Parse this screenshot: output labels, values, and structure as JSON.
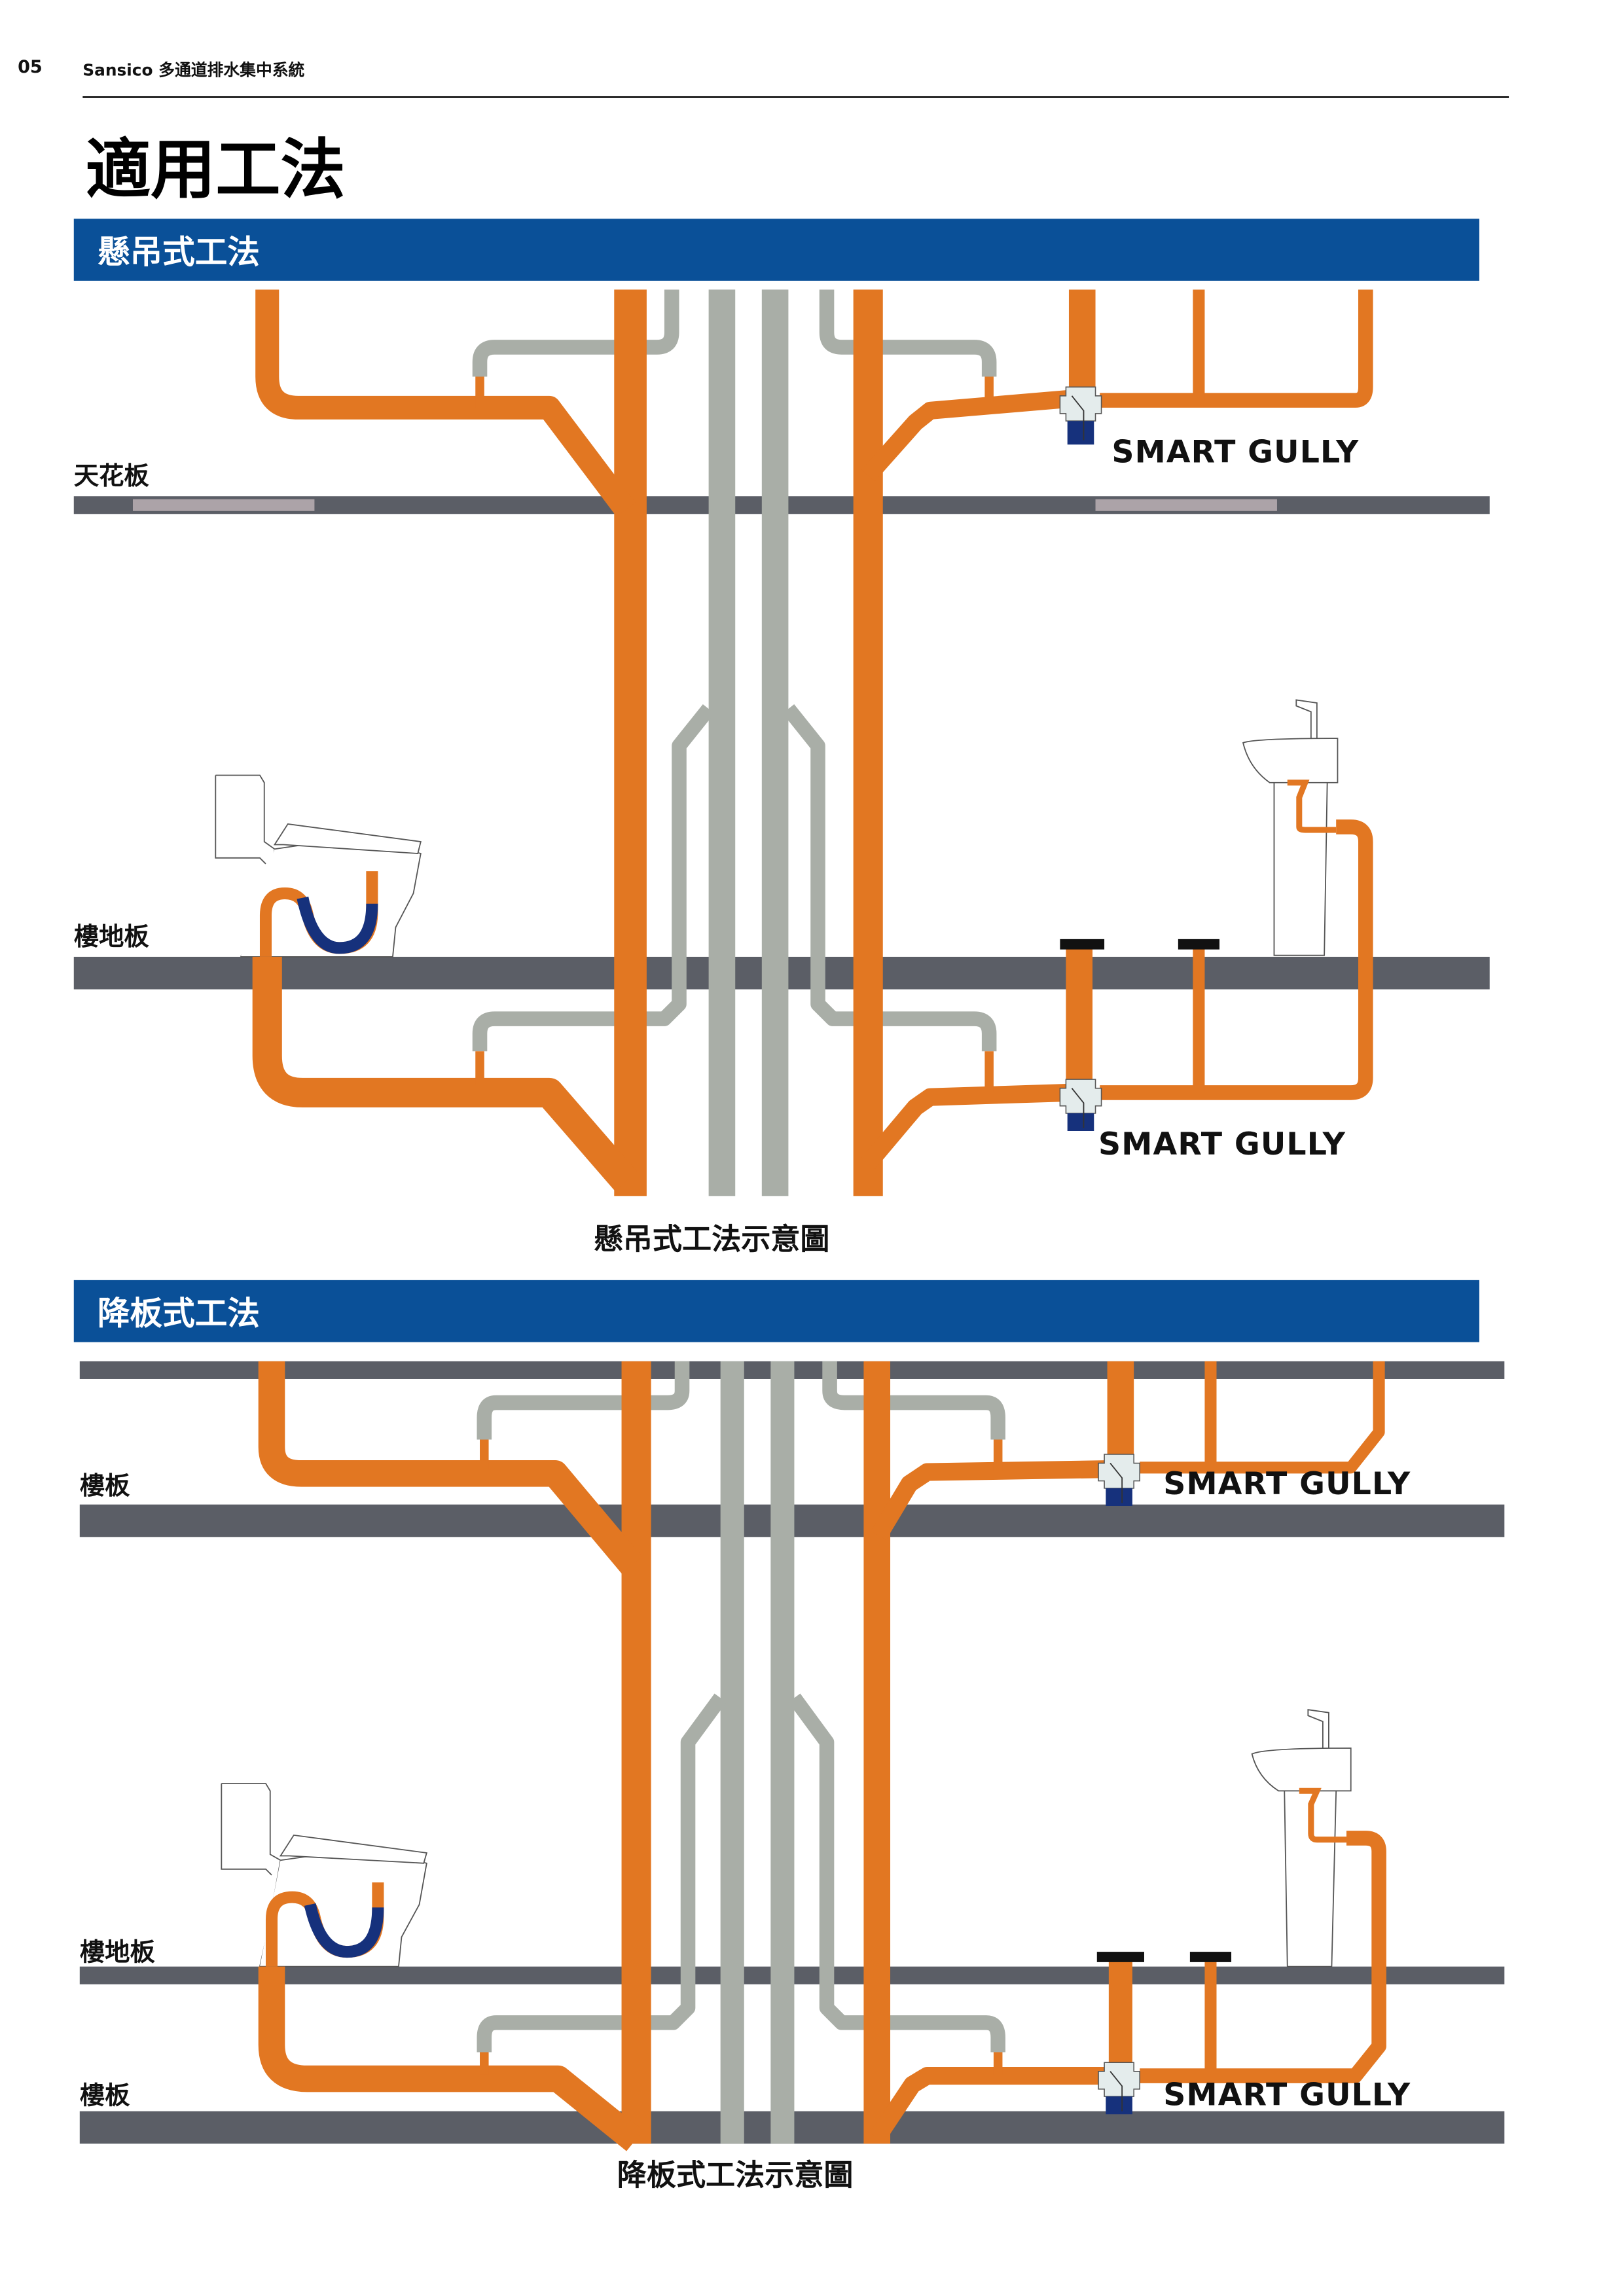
{
  "header": {
    "page_number": "05",
    "brand_title": "Sansico 多通道排水集中系統"
  },
  "page_title": "適用工法",
  "colors": {
    "section_bar": "#0a5098",
    "drain_pipe": "#e27722",
    "vent_pipe": "#a9aea7",
    "slab": "#5b5e66",
    "ceiling_panel": "#aca3a8",
    "trap_water": "#16317c"
  },
  "sections": [
    {
      "title": "懸吊式工法",
      "labels": {
        "ceiling": "天花板",
        "floor": "樓地板"
      },
      "gully_labels": [
        "SMART GULLY",
        "SMART GULLY"
      ],
      "caption": "懸吊式工法示意圖"
    },
    {
      "title": "降板式工法",
      "labels": {
        "slab_top": "樓板",
        "floor": "樓地板",
        "slab_bottom": "樓板"
      },
      "gully_labels": [
        "SMART GULLY",
        "SMART GULLY"
      ],
      "caption": "降板式工法示意圖"
    }
  ],
  "icons": [
    "toilet-icon",
    "washbasin-icon",
    "floor-drain-icon",
    "smart-gully-icon",
    "p-trap-icon"
  ]
}
